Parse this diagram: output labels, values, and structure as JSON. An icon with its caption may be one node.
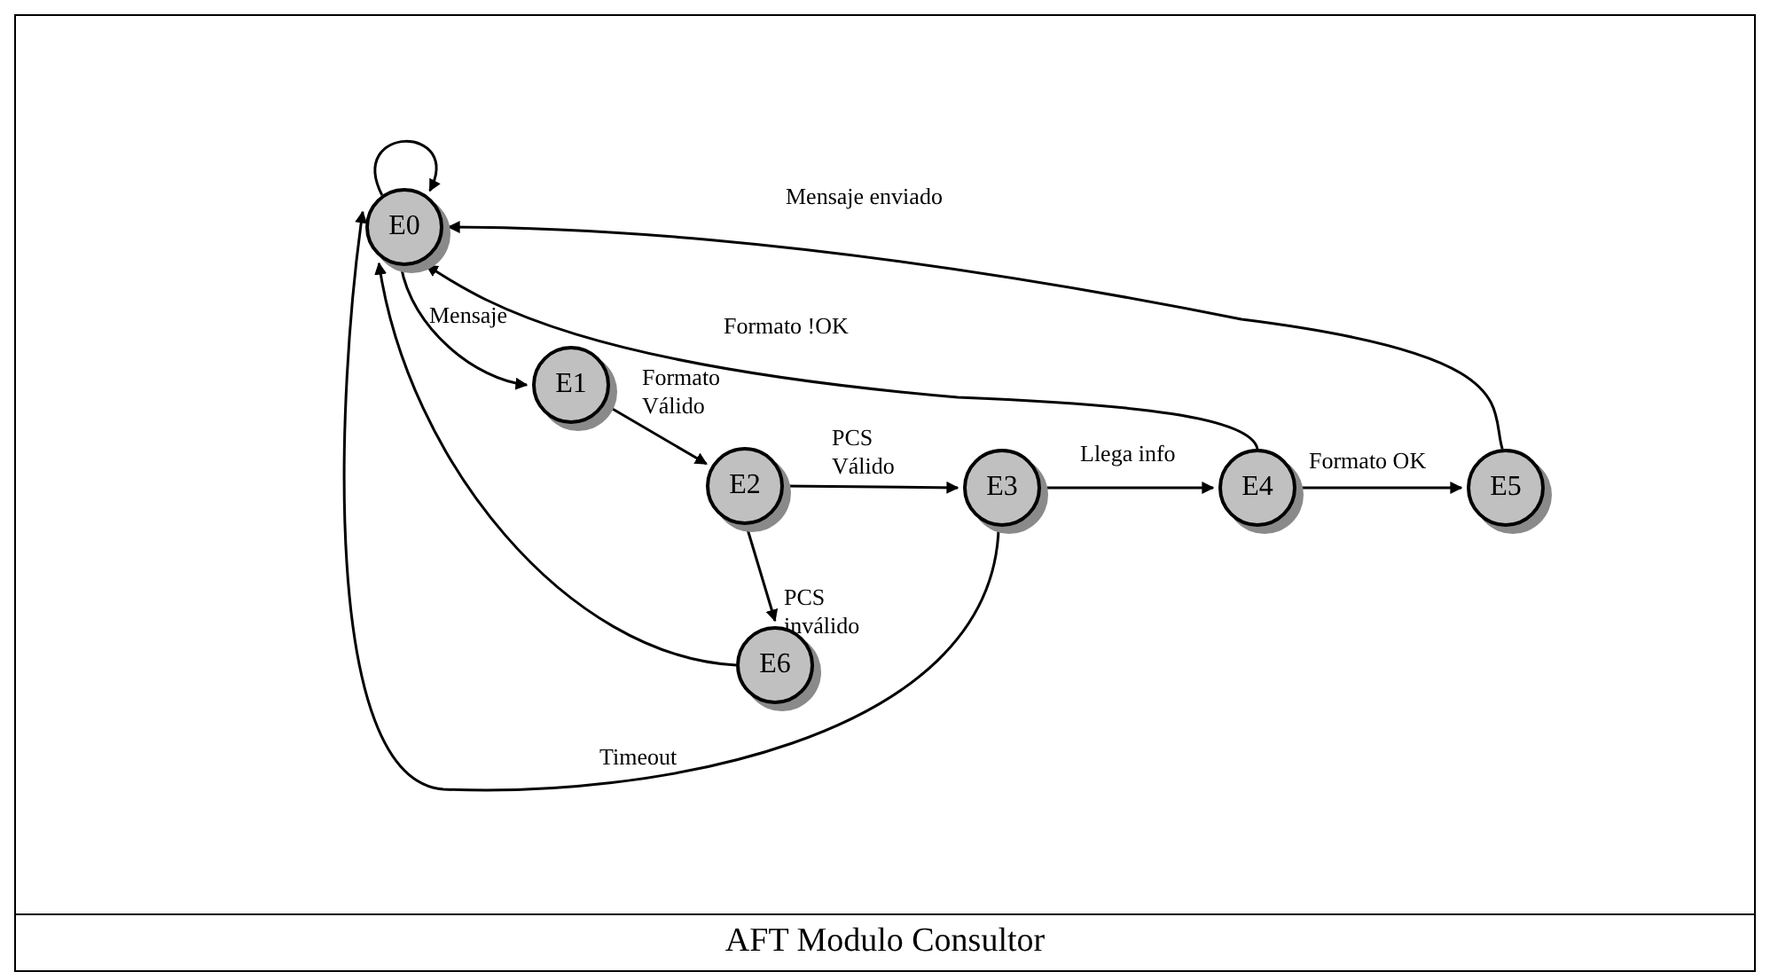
{
  "diagram": {
    "caption": "AFT Modulo Consultor",
    "nodes": [
      {
        "text": [
          "E0"
        ]
      },
      {
        "text": [
          "E1"
        ]
      },
      {
        "text": [
          "E2"
        ]
      },
      {
        "text": [
          "E3"
        ]
      },
      {
        "text": [
          "E4"
        ]
      },
      {
        "text": [
          "E5"
        ]
      },
      {
        "text": [
          "E6"
        ]
      }
    ],
    "edges": [
      {
        "from": 0,
        "to": 0,
        "arrow": "to"
      },
      {
        "from": 0,
        "to": 1,
        "arrow": "to",
        "label": "Mensaje"
      },
      {
        "from": 1,
        "to": 2,
        "arrow": "to",
        "label": "Formato Válido"
      },
      {
        "from": 2,
        "to": 3,
        "arrow": "to",
        "label": "PCS Válido"
      },
      {
        "from": 2,
        "to": 6,
        "arrow": "to",
        "label": "PCS inválido"
      },
      {
        "from": 3,
        "to": 4,
        "arrow": "to",
        "label": "Llega info"
      },
      {
        "from": 4,
        "to": 5,
        "arrow": "to",
        "label": "Formato OK"
      },
      {
        "from": 4,
        "to": 0,
        "arrow": "to",
        "label": "Formato !OK"
      },
      {
        "from": 5,
        "to": 0,
        "arrow": "to",
        "label": "Mensaje enviado"
      },
      {
        "from": 6,
        "to": 0,
        "arrow": "to"
      },
      {
        "from": 3,
        "to": 0,
        "arrow": "to",
        "label": "Timeout"
      }
    ]
  }
}
